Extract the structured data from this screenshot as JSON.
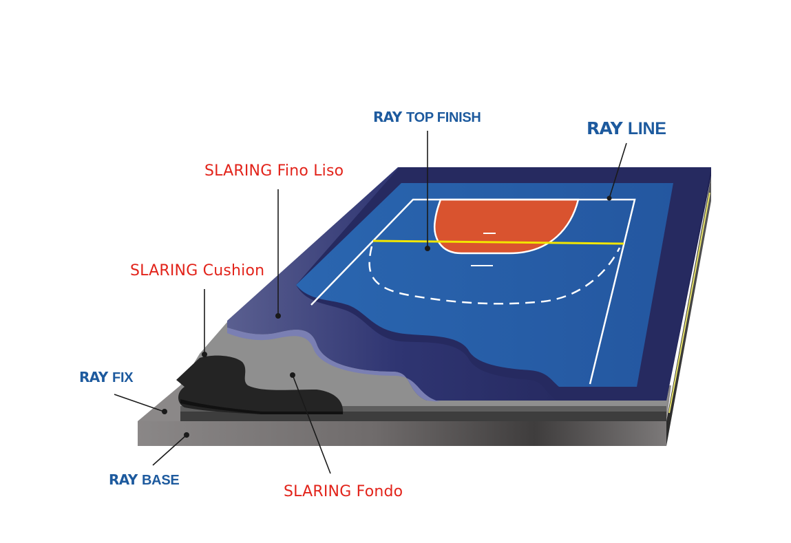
{
  "labels": {
    "ray_top_finish": {
      "brand": "RAY",
      "text": "TOP FINISH"
    },
    "ray_line": {
      "brand": "RAY",
      "text": "LINE"
    },
    "slaring_fino_liso": "SLARING Fino Liso",
    "slaring_cushion": "SLARING Cushion",
    "ray_fix": {
      "brand": "RAY",
      "text": "FIX"
    },
    "ray_base": {
      "brand": "RAY",
      "text": "BASE"
    },
    "slaring_fondo": "SLARING Fondo"
  },
  "colors": {
    "brand_blue": "#1d5a9e",
    "label_red": "#e2231a",
    "court_blue": "#2862ad",
    "surround_navy": "#2a2f66",
    "goal_area_orange": "#d9532f",
    "court_line": "#ffffff",
    "yellow_line": "#f2e600",
    "cushion_black": "#242424",
    "fondo_gray": "#8f8f8f",
    "base_gray": "#6e6b6b"
  }
}
